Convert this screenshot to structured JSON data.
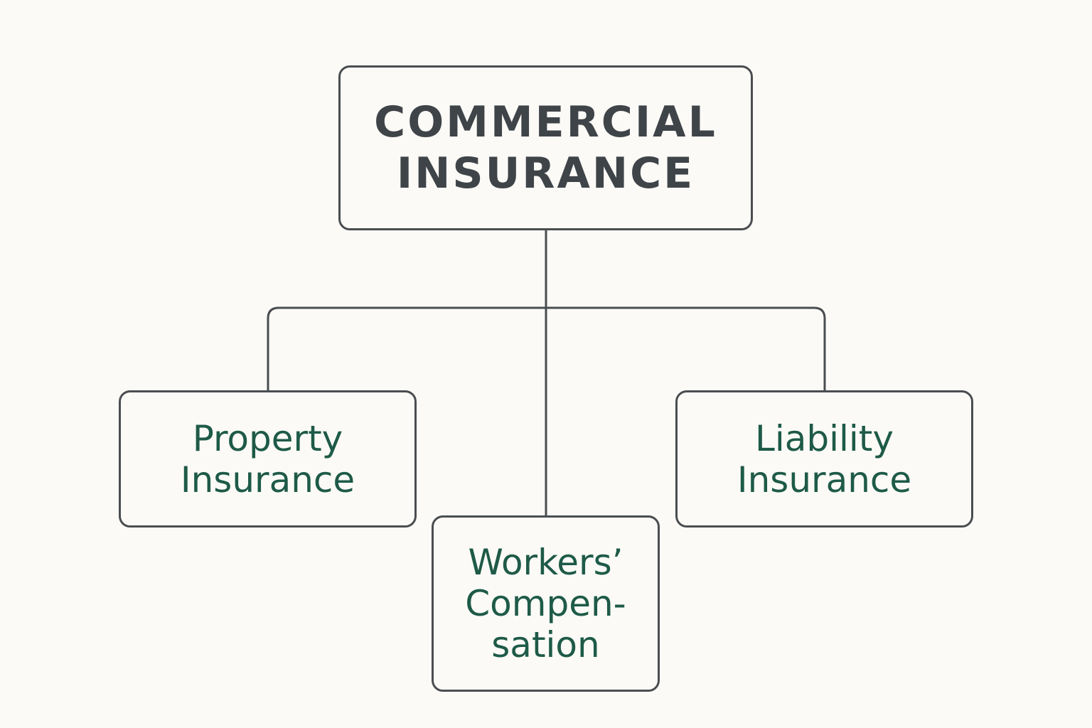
{
  "diagram": {
    "root": {
      "label": "COMMERCIAL\nINSURANCE"
    },
    "children": [
      {
        "label": "Property\nInsurance"
      },
      {
        "label": "Workers’\nCompen-\nsation"
      },
      {
        "label": "Liability\nInsurance"
      }
    ],
    "colors": {
      "background": "#fbfaf6",
      "border": "#4a4d50",
      "root_text": "#3f4449",
      "child_text": "#1e5a48"
    }
  }
}
